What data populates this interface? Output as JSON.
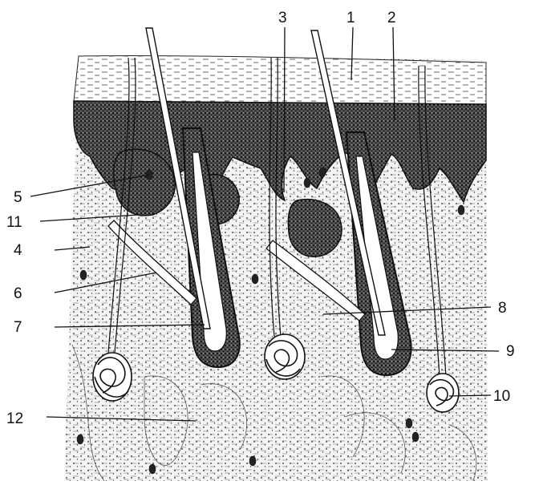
{
  "figure": {
    "labels": {
      "l1": "1",
      "l2": "2",
      "l3": "3",
      "l4": "4",
      "l5": "5",
      "l6": "6",
      "l7": "7",
      "l8": "8",
      "l9": "9",
      "l10": "10",
      "l11": "11",
      "l12": "12"
    }
  }
}
